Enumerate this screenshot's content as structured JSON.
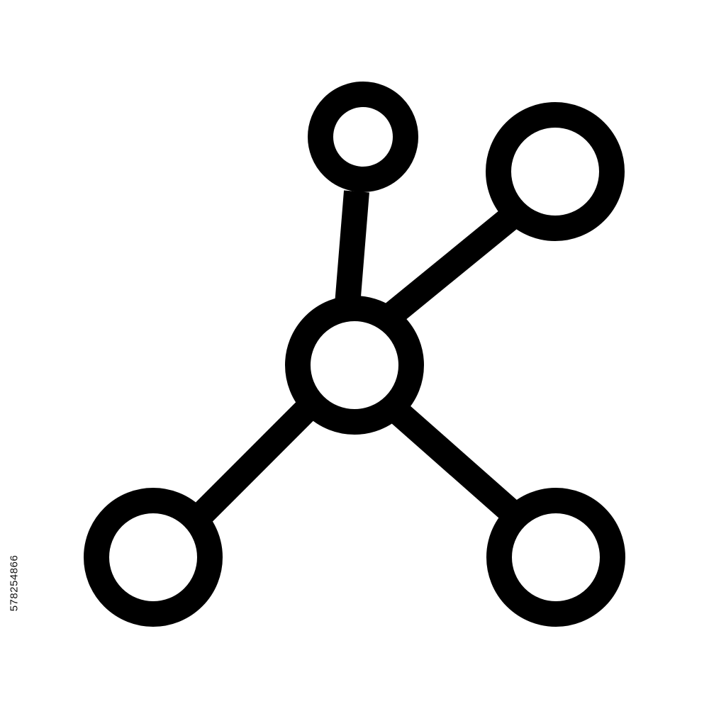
{
  "icon": {
    "name": "network-nodes-icon",
    "stroke_color": "#000000",
    "fill_color": "#ffffff",
    "nodes": [
      "hub",
      "top-left",
      "top-right",
      "bottom-left",
      "bottom-right"
    ]
  },
  "stock_id": "578254866",
  "background_color": "#ffffff"
}
